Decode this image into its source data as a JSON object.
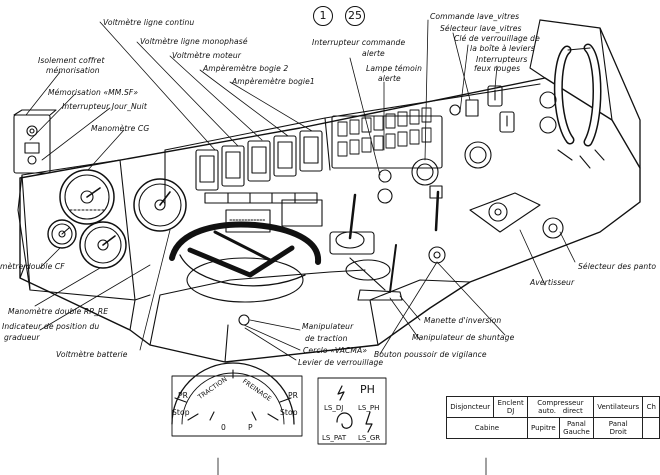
{
  "page_numbers": {
    "first": "1",
    "second": "25"
  },
  "labels": {
    "voltmetre_ligne_continu": "Voltmètre ligne continu",
    "voltmetre_ligne_monophase": "Voltmètre ligne monophasé",
    "voltmetre_moteur": "Voltmètre moteur",
    "amperemetre_bogie2": "Ampèremètre bogie 2",
    "amperemetre_bogie1": "Ampèremètre bogie1",
    "isolement_coffret": "Isolement coffret",
    "memorisation": "mémorisation",
    "memorisation_mmsf": "Mémorisation «MM.SF»",
    "interrupteur_jour_nuit": "Interrupteur Jour_Nuit",
    "manometre_cg": "Manomètre CG",
    "interrupteur_commande": "Interrupteur commande",
    "alerte": "alerte",
    "lampe_temoin": "Lampe témoin",
    "alerte2": "alerte",
    "commande_lave_vitres": "Commande lave_vitres",
    "selecteur_lave_vitres": "Sélecteur lave_vitres",
    "cle_verrouillage": "Clé de verrouillage de",
    "boite_leviers": "la boîte à leviers",
    "interrupteurs": "Interrupteurs",
    "feux_rouges": "feux rouges",
    "selecteur_pantos": "Sélecteur des panto",
    "avertisseur": "Avertisseur",
    "manometre_double_cf": "mètre double CF",
    "manometre_double_rp_re": "Manomètre double RP_RE",
    "indicateur_position": "Indicateur de position du",
    "gradueur": "gradueur",
    "voltmetre_batterie": "Voltmètre batterie",
    "manipulateur": "Manipulateur",
    "de_traction": "de traction",
    "cerclo_vacma": "Cerclo «VACMA»",
    "levier_verrouillage": "Levier de verrouillage",
    "manette_inversion": "Manette d'inversion",
    "manipulateur_shuntage": "Manipulateur de shuntage",
    "bouton_vigilance": "Bouton poussoir de vigilance"
  },
  "dial": {
    "traction": "TRACTION",
    "freinage": "FREINAGE",
    "pr_left": "PR",
    "pr_right": "PR",
    "stop_left": "Stop",
    "stop_right": "Stop",
    "zero": "0",
    "p": "P"
  },
  "symbols": {
    "ph": "PH",
    "ls_dj": "LS_DJ",
    "ls_ph": "LS_PH",
    "ls_pat": "LS_PAT",
    "ls_gr": "LS_GR"
  },
  "legend": {
    "disjoncteur": "Disjoncteur",
    "enclenchement": "Enclent",
    "dj": "DJ",
    "compresseur": "Compresseur",
    "auto": "auto.",
    "direct": "direct",
    "ventilateurs": "Ventilateurs",
    "ch": "Ch",
    "cabine": "Cabine",
    "pupitre": "Pupitre",
    "panel_gauche_1": "Panal",
    "panel_gauche_2": "Gauche",
    "panel_droit_1": "Panal",
    "panel_droit_2": "Droit"
  }
}
